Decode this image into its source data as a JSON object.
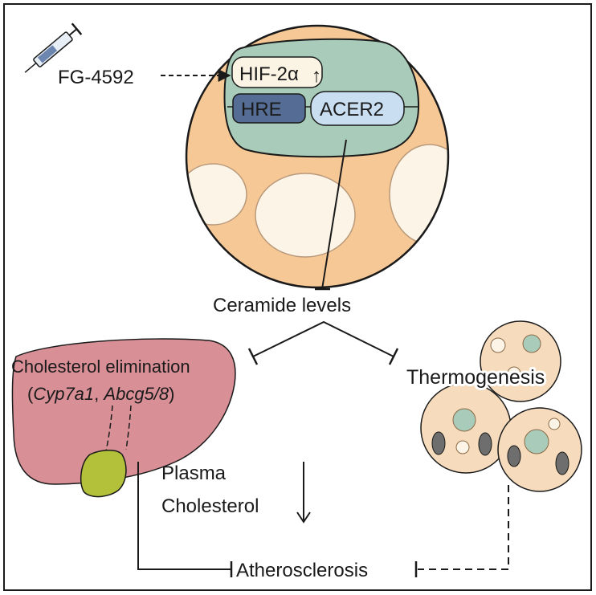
{
  "labels": {
    "drug": "FG-4592",
    "hif": "HIF-2α",
    "hif_arrow": "↑",
    "hre": "HRE",
    "acer2": "ACER2",
    "ceramide": "Ceramide levels",
    "cholesterol_elimination": "Cholesterol elimination",
    "genes_open": "(",
    "gene1": "Cyp7a1",
    "genes_sep": ", ",
    "gene2": "Abcg5/8",
    "genes_close": ")",
    "thermogenesis": "Thermogenesis",
    "plasma_line1": "Plasma",
    "plasma_line2": "Cholesterol",
    "atherosclerosis": "Atherosclerosis"
  },
  "icons": {
    "syringe": "syringe-icon",
    "adipocyte": "adipocyte-cell-icon",
    "liver": "liver-icon",
    "gallbladder": "gallbladder-icon"
  },
  "colors": {
    "cell_fill": "#f6c896",
    "nucleus_fill": "#a9cbb9",
    "hre_fill": "#556d94",
    "acer2_fill": "#c9def1",
    "hif_fill": "#fbf4e4",
    "droplet_fill": "#fcf5e7",
    "liver_fill": "#d88f96",
    "gallbladder_fill": "#b3c13a",
    "brown_adipocyte_fill": "#f6dcbc"
  }
}
